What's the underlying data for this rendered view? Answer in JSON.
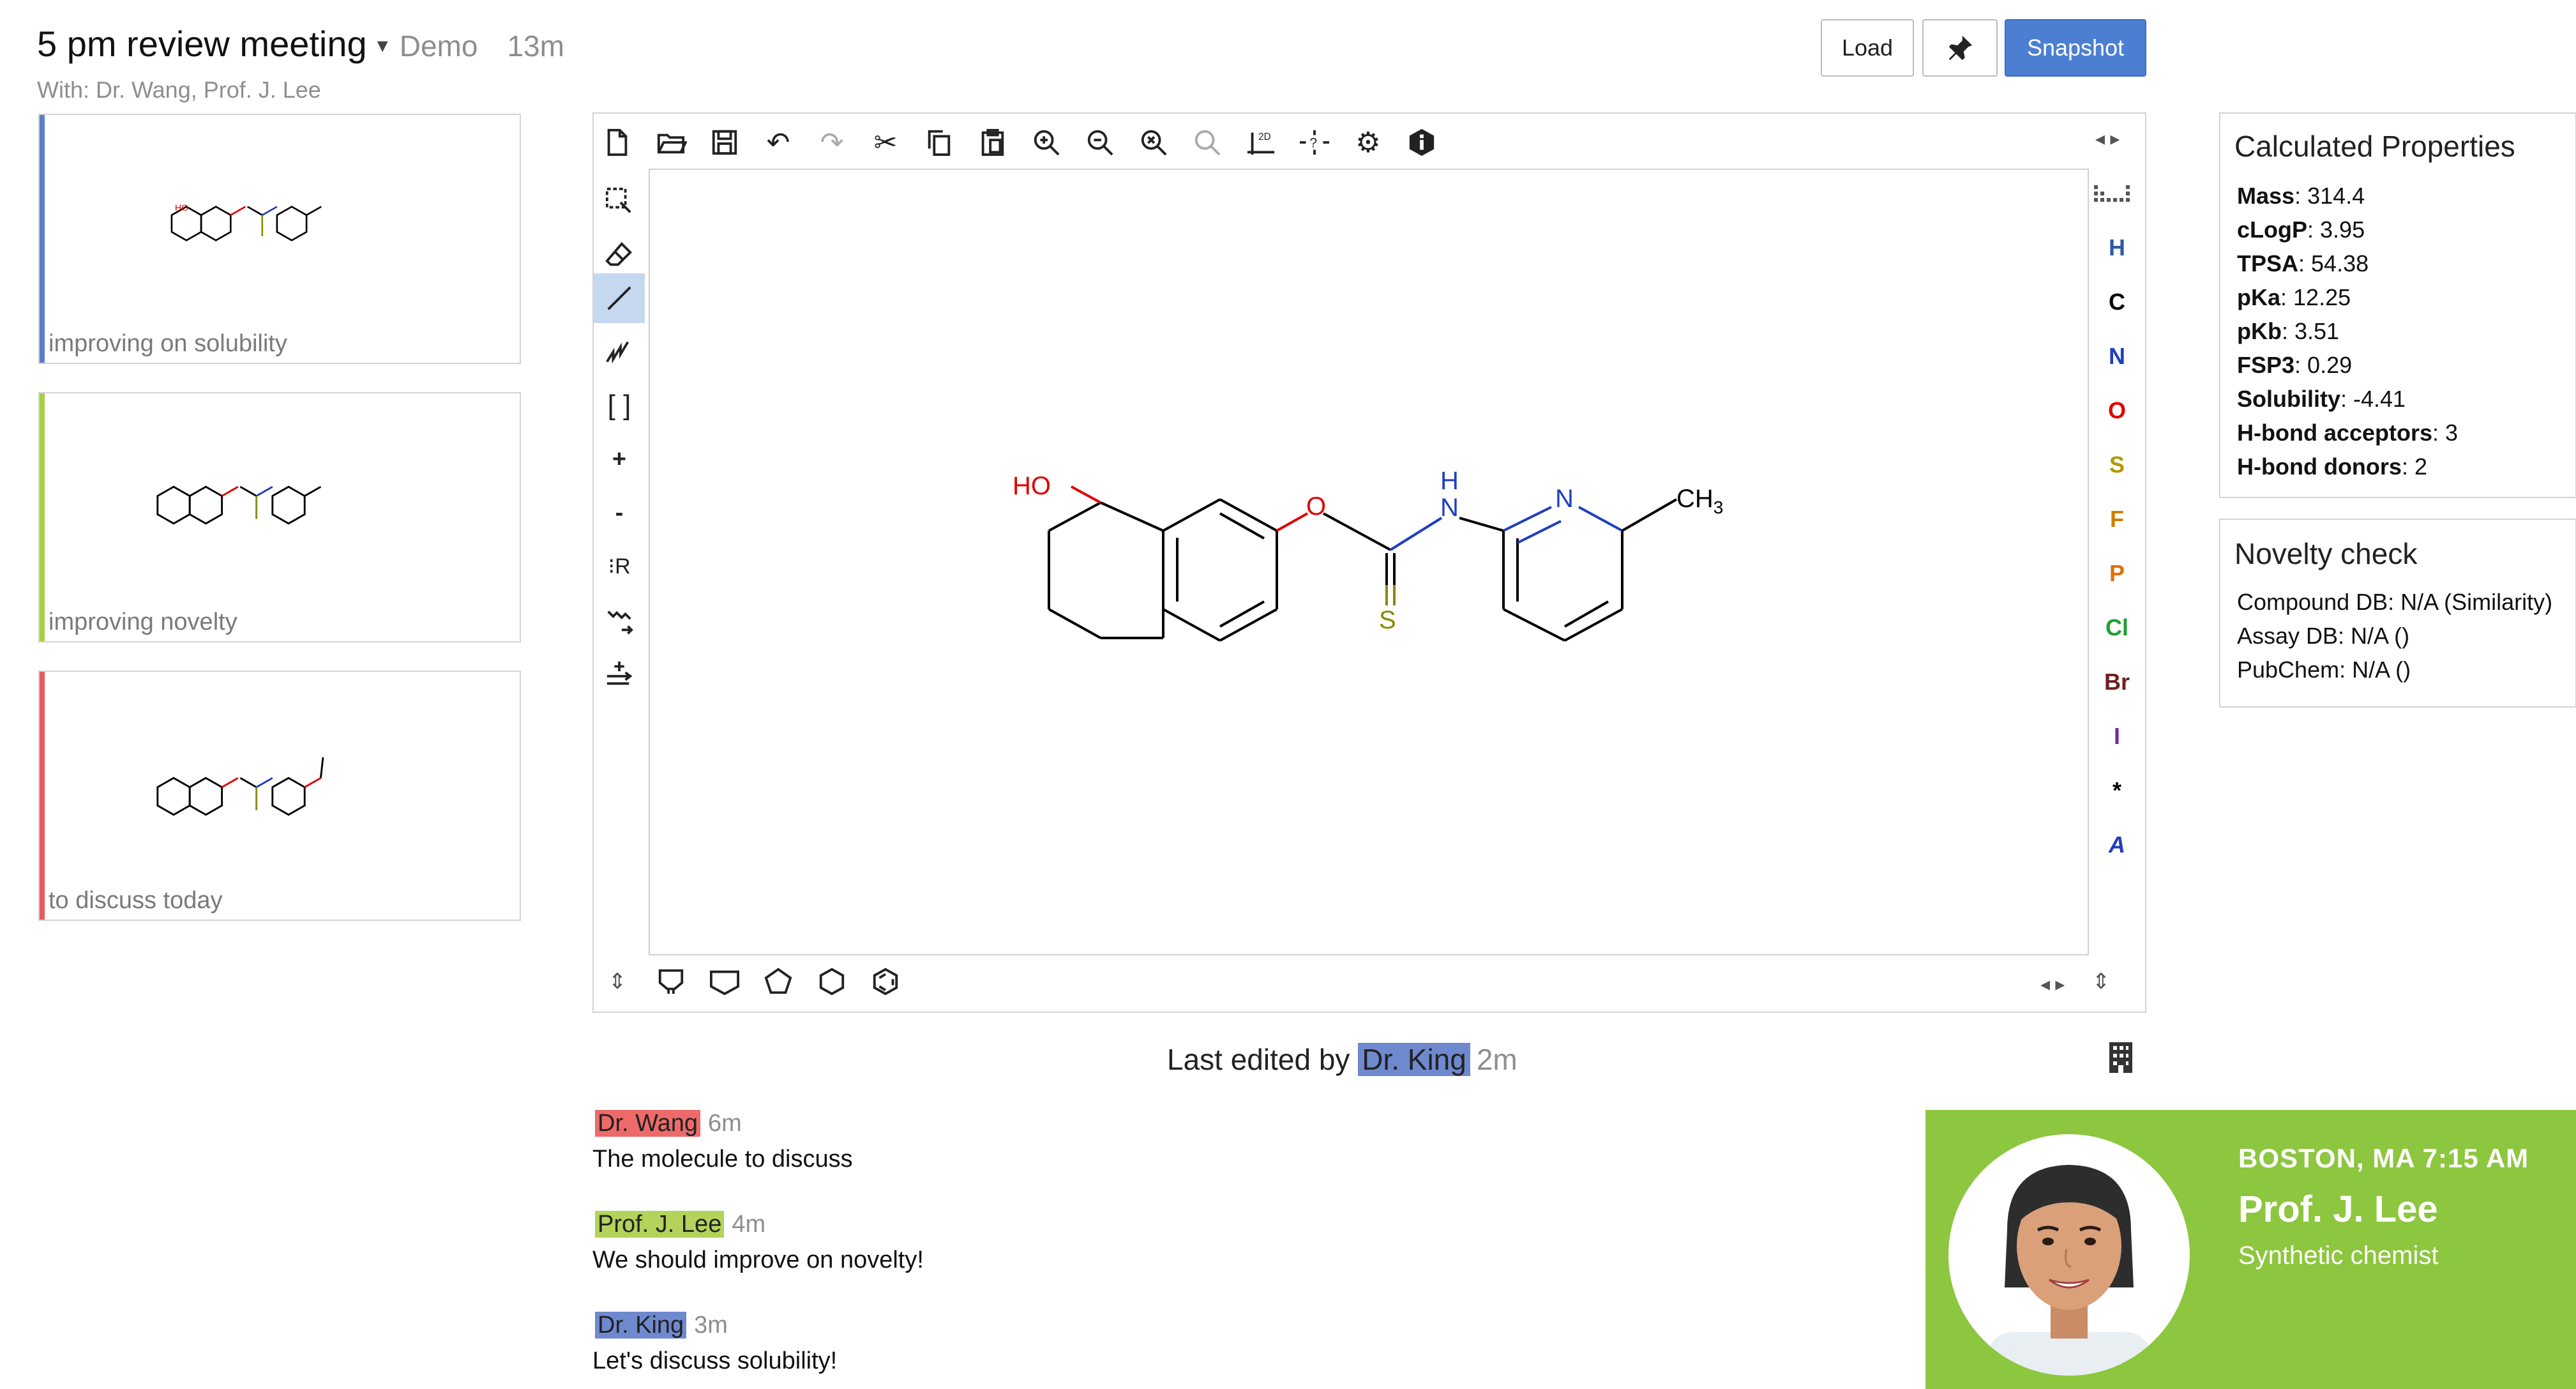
{
  "header": {
    "title": "5 pm review meeting",
    "project": "Demo",
    "elapsed": "13m",
    "participants": "With: Dr. Wang, Prof. J. Lee",
    "load_label": "Load",
    "pin_icon": "pin-icon",
    "snapshot_label": "Snapshot"
  },
  "history": [
    {
      "label": "improving on solubility",
      "accent": "#5b7fc7"
    },
    {
      "label": "improving novelty",
      "accent": "#a8cf45"
    },
    {
      "label": "to discuss today",
      "accent": "#e85a5a"
    }
  ],
  "editor": {
    "top_tools": [
      "new-file-icon",
      "open-folder-icon",
      "save-icon",
      "undo-icon",
      "redo-icon",
      "cut-icon",
      "copy-icon",
      "paste-icon",
      "zoom-in-icon",
      "zoom-out-icon",
      "zoom-reset-icon",
      "clean-icon",
      "layout-2d-icon",
      "check-structure-icon",
      "settings-icon",
      "info-icon"
    ],
    "left_tools": [
      "select-icon",
      "eraser-icon",
      "bond-icon",
      "chain-icon",
      "bracket-icon",
      "charge-plus-icon",
      "charge-minus-icon",
      "rgroup-icon",
      "reaction-arrow-icon",
      "reaction-plus-icon"
    ],
    "atoms": [
      {
        "symbol": "H",
        "color": "#2c5aa0"
      },
      {
        "symbol": "C",
        "color": "#000000"
      },
      {
        "symbol": "N",
        "color": "#1f3fbf"
      },
      {
        "symbol": "O",
        "color": "#e00000"
      },
      {
        "symbol": "S",
        "color": "#b09a00"
      },
      {
        "symbol": "F",
        "color": "#d08000"
      },
      {
        "symbol": "P",
        "color": "#e07000"
      },
      {
        "symbol": "Cl",
        "color": "#1fa030"
      },
      {
        "symbol": "Br",
        "color": "#702020"
      },
      {
        "symbol": "I",
        "color": "#7030a0"
      },
      {
        "symbol": "*",
        "color": "#000000"
      },
      {
        "symbol": "A",
        "color": "#1f3fbf"
      }
    ],
    "molecule_labels": {
      "ho": "HO",
      "o": "O",
      "nh_n": "N",
      "nh_h": "H",
      "s": "S",
      "n": "N",
      "ch3": "CH",
      "ch3_sub": "3"
    },
    "colors": {
      "oxygen": "#e00000",
      "nitrogen": "#1f3fbf",
      "sulfur": "#8a8a00"
    }
  },
  "last_edited": {
    "prefix": "Last edited by",
    "user": "Dr. King",
    "time": "2m"
  },
  "chat": [
    {
      "user": "Dr. Wang",
      "time": "6m",
      "message": "The molecule to discuss",
      "color": "#ee6a6a"
    },
    {
      "user": "Prof. J. Lee",
      "time": "4m",
      "message": "We should improve on novelty!",
      "color": "#b3d35a"
    },
    {
      "user": "Dr. King",
      "time": "3m",
      "message": "Let's discuss solubility!",
      "color": "#6f89cf"
    }
  ],
  "properties": {
    "title": "Calculated Properties",
    "items": [
      {
        "key": "Mass",
        "value": ": 314.4"
      },
      {
        "key": "cLogP",
        "value": ": 3.95"
      },
      {
        "key": "TPSA",
        "value": ": 54.38"
      },
      {
        "key": "pKa",
        "value": ": 12.25"
      },
      {
        "key": "pKb",
        "value": ": 3.51"
      },
      {
        "key": "FSP3",
        "value": ": 0.29"
      },
      {
        "key": "Solubility",
        "value": ": -4.41"
      },
      {
        "key": "H-bond acceptors",
        "value": ": 3"
      },
      {
        "key": "H-bond donors",
        "value": ": 2"
      }
    ]
  },
  "novelty": {
    "title": "Novelty check",
    "items": [
      "Compound DB: N/A (Similarity)",
      "Assay DB: N/A ()",
      "PubChem: N/A ()"
    ]
  },
  "profile": {
    "location": "BOSTON, MA 7:15 AM",
    "name": "Prof. J. Lee",
    "role": "Synthetic chemist",
    "accent": "#8dc63f"
  }
}
